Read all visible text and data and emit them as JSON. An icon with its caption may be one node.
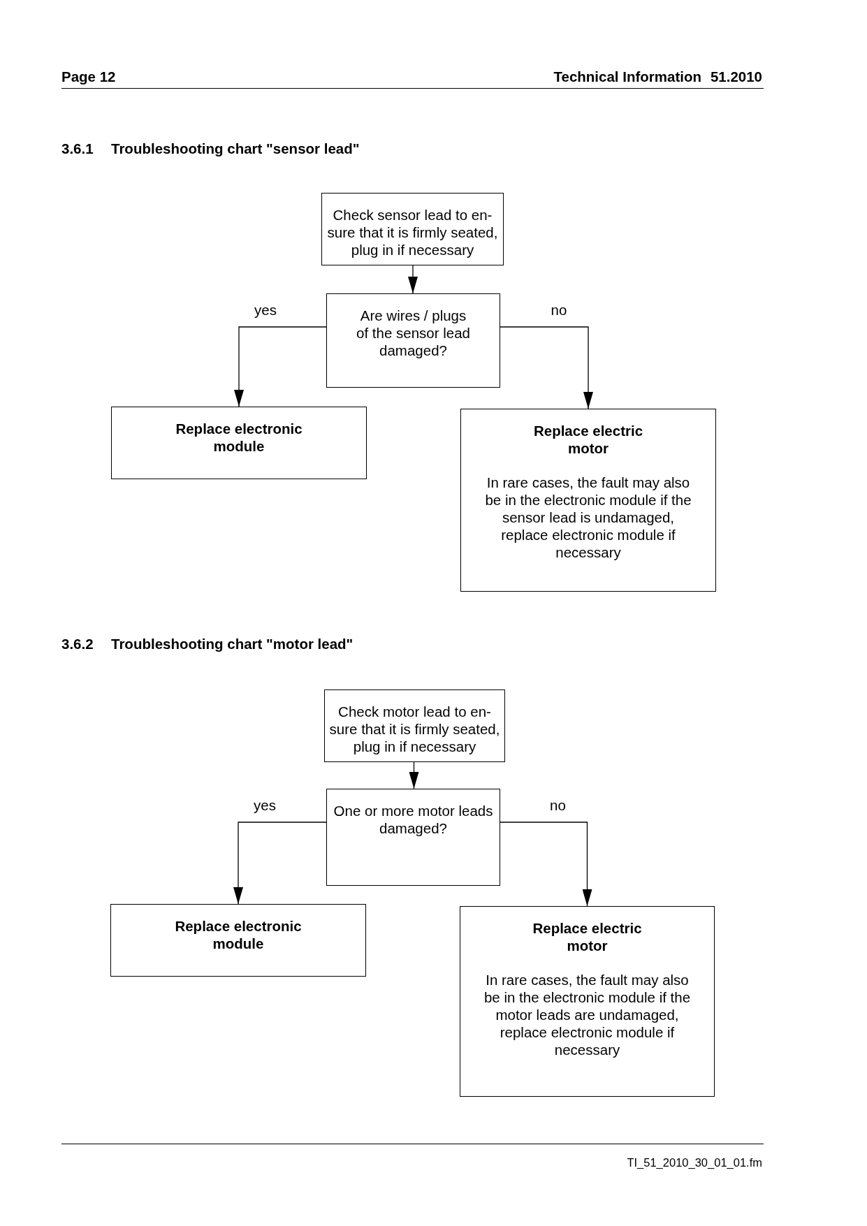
{
  "diagram": {
    "nodes": [
      {
        "text": [
          "Check sensor lead to en- sure that it is firmly seated, plug in if necessary"
        ]
      },
      {
        "text": [
          "Are wires / plugs of the sensor lead damaged?"
        ]
      },
      {
        "text": [
          "Replace electronic module"
        ]
      },
      {
        "text": [
          "Replace electric motor",
          "In rare cases, the fault may also be in the electronic module if the sensor lead is undamaged, replace electronic module if necessary"
        ]
      },
      {
        "text": [
          "Check motor lead to en- sure that it is firmly seated, plug in if necessary"
        ]
      },
      {
        "text": [
          "One or more motor leads damaged?"
        ]
      },
      {
        "text": [
          "Replace electronic module"
        ]
      },
      {
        "text": [
          "Replace electric motor",
          "In rare cases, the fault may also be in the electronic module if the motor leads are undamaged, replace electronic module if necessary"
        ]
      }
    ],
    "edges": [
      {
        "from": 0,
        "to": 1,
        "arrow": "to"
      },
      {
        "from": 1,
        "to": 2,
        "arrow": "to",
        "label": "yes"
      },
      {
        "from": 1,
        "to": 3,
        "arrow": "to",
        "label": "no"
      },
      {
        "from": 4,
        "to": 5,
        "arrow": "to"
      },
      {
        "from": 5,
        "to": 6,
        "arrow": "to",
        "label": "yes"
      },
      {
        "from": 5,
        "to": 7,
        "arrow": "to",
        "label": "no"
      }
    ],
    "labels": [
      "Page 12",
      "Technical Information",
      "51.2010",
      "3.6.1",
      "Troubleshooting chart \"sensor lead\"",
      "3.6.2",
      "Troubleshooting chart \"motor lead\"",
      "TI_51_2010_30_01_01.fm"
    ]
  }
}
